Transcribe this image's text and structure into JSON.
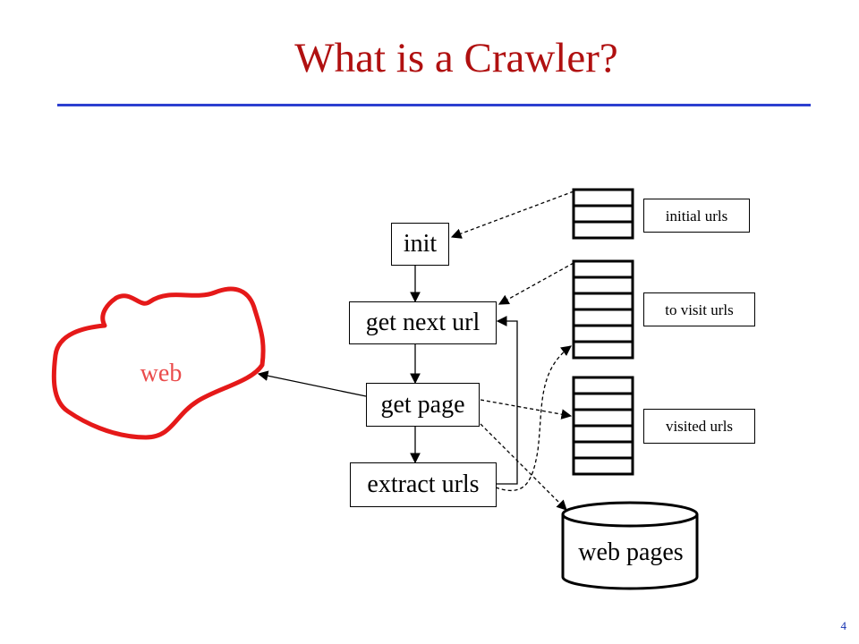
{
  "slide": {
    "title": "What is a Crawler?",
    "page_number": "4"
  },
  "diagram": {
    "steps": [
      {
        "label": "init"
      },
      {
        "label": "get next url"
      },
      {
        "label": "get page"
      },
      {
        "label": "extract urls"
      }
    ],
    "queues": [
      {
        "label": "initial urls"
      },
      {
        "label": "to visit urls"
      },
      {
        "label": "visited urls"
      }
    ],
    "web_label": "web",
    "database_label": "web pages"
  },
  "colors": {
    "title": "#b01010",
    "rule": "#2d3fd0",
    "web_outline": "#e51919",
    "web_text": "#ea4b4b",
    "page_number": "#1430b0"
  }
}
